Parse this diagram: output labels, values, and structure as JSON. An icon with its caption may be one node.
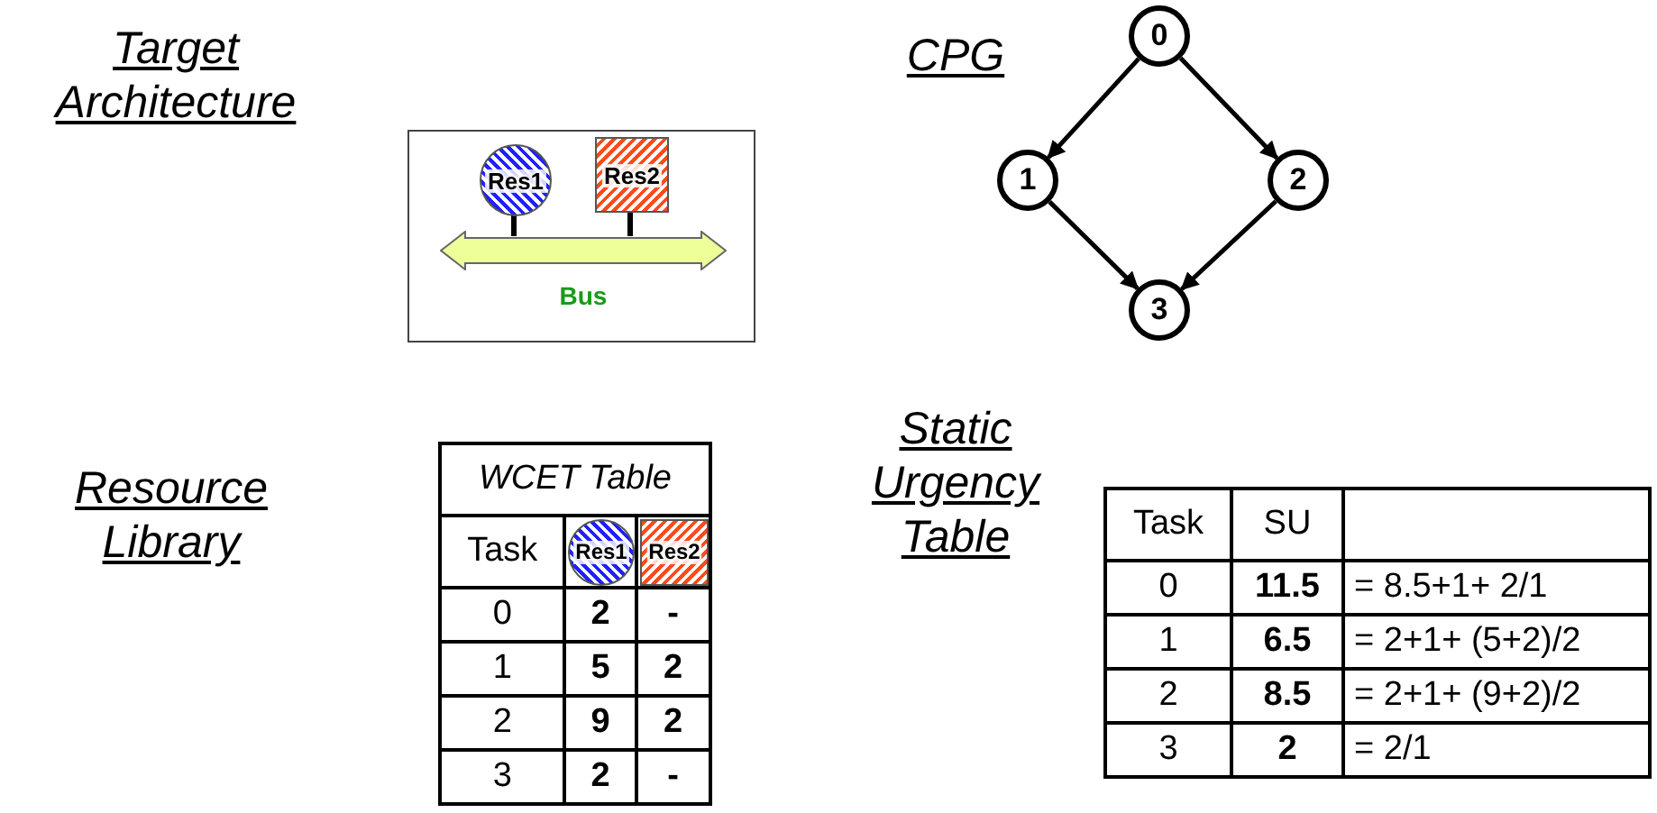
{
  "diagram": {
    "nodes": [
      {
        "text": [],
        "shape": "box"
      },
      {
        "text": [
          "Res1"
        ],
        "in": 0
      },
      {
        "text": [
          "Res2"
        ],
        "in": 0
      },
      {
        "text": [
          "Bus"
        ],
        "in": 0
      },
      {
        "text": [
          "0"
        ]
      },
      {
        "text": [
          "1"
        ]
      },
      {
        "text": [
          "2"
        ]
      },
      {
        "text": [
          "3"
        ]
      },
      {
        "text": [
          "Res1"
        ]
      },
      {
        "text": [
          "Res2"
        ]
      }
    ],
    "edges": [
      {
        "from": 1,
        "to": 3,
        "arrow": "none"
      },
      {
        "from": 2,
        "to": 3,
        "arrow": "none"
      },
      {
        "from": 4,
        "to": 5,
        "arrow": "to"
      },
      {
        "from": 4,
        "to": 6,
        "arrow": "to"
      },
      {
        "from": 5,
        "to": 7,
        "arrow": "to"
      },
      {
        "from": 6,
        "to": 7,
        "arrow": "to"
      }
    ],
    "labels": [
      "Target Architecture",
      "CPG",
      "Resource Library",
      "WCET Table",
      "Task",
      "0",
      "2",
      "-",
      "1",
      "5",
      "2",
      "2",
      "9",
      "2",
      "3",
      "2",
      "-",
      "Static Urgency Table",
      "Task",
      "SU",
      "0",
      "11.5",
      "= 8.5+1+ 2/1",
      "1",
      "6.5",
      "= 2+1+ (5+2)/2",
      "2",
      "8.5",
      "= 2+1+ (9+2)/2",
      "3",
      "2",
      "= 2/1"
    ]
  }
}
